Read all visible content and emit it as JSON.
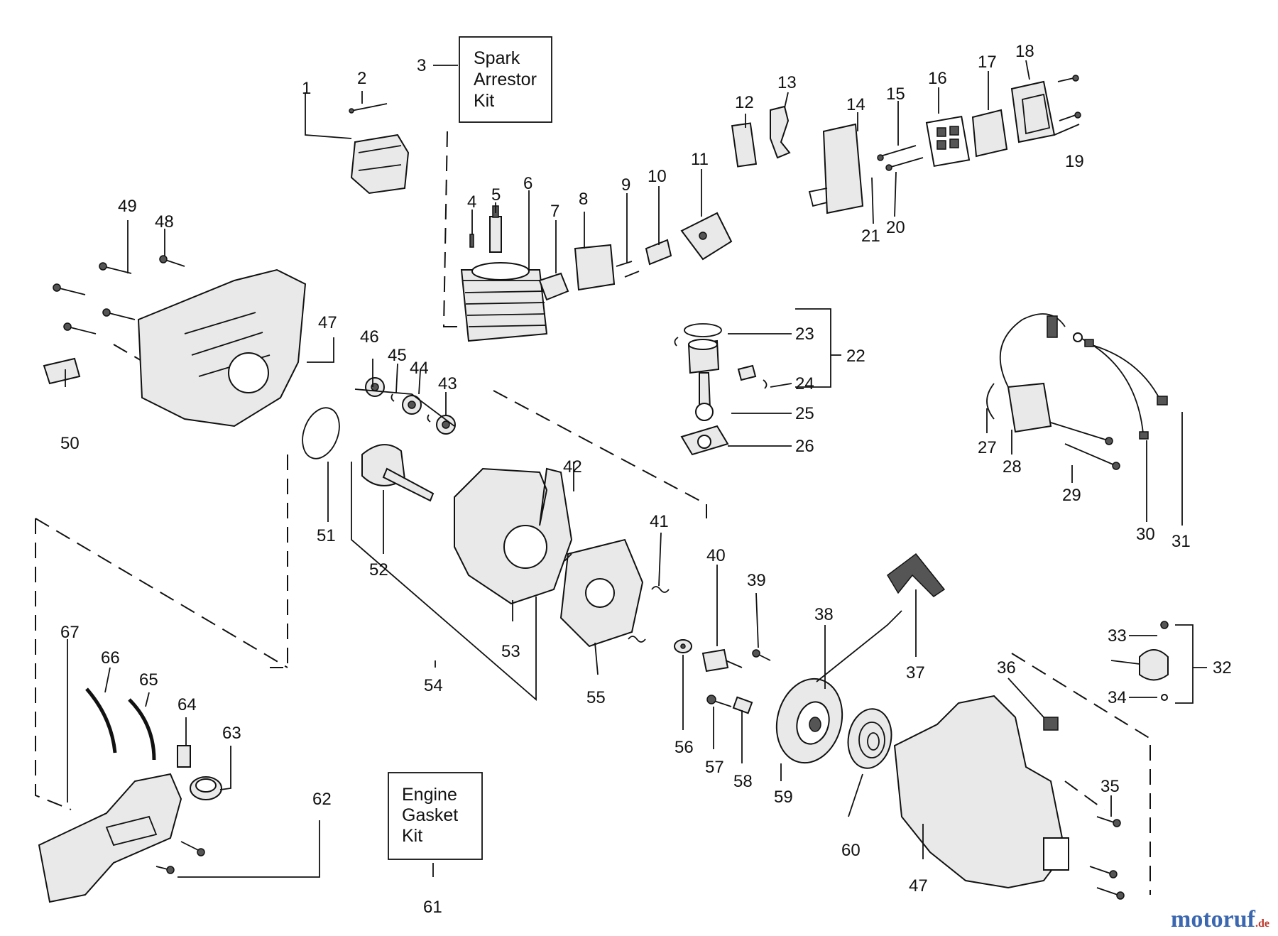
{
  "boxes": {
    "spark": [
      "Spark",
      "Arrestor",
      "Kit"
    ],
    "gasket": [
      "Engine",
      "Gasket",
      "Kit"
    ]
  },
  "labels": {
    "l1": "1",
    "l2": "2",
    "l3": "3",
    "l4": "4",
    "l5": "5",
    "l6": "6",
    "l7": "7",
    "l8": "8",
    "l9": "9",
    "l10": "10",
    "l11": "11",
    "l12": "12",
    "l13": "13",
    "l14": "14",
    "l15": "15",
    "l16": "16",
    "l17": "17",
    "l18": "18",
    "l19": "19",
    "l20": "20",
    "l21": "21",
    "l22": "22",
    "l23": "23",
    "l24": "24",
    "l25": "25",
    "l26": "26",
    "l27": "27",
    "l28": "28",
    "l29": "29",
    "l30": "30",
    "l31": "31",
    "l32": "32",
    "l33": "33",
    "l34": "34",
    "l35": "35",
    "l36": "36",
    "l37": "37",
    "l38": "38",
    "l39": "39",
    "l40": "40",
    "l41": "41",
    "l42": "42",
    "l43": "43",
    "l44": "44",
    "l45": "45",
    "l46": "46",
    "l47a": "47",
    "l47b": "47",
    "l48": "48",
    "l49": "49",
    "l50": "50",
    "l51": "51",
    "l52": "52",
    "l53": "53",
    "l54": "54",
    "l55": "55",
    "l56": "56",
    "l57": "57",
    "l58": "58",
    "l59": "59",
    "l60": "60",
    "l61": "61",
    "l62": "62",
    "l63": "63",
    "l64": "64",
    "l65": "65",
    "l66": "66",
    "l67": "67"
  },
  "watermark": {
    "brand": "motoruf",
    "domain": ".de"
  }
}
